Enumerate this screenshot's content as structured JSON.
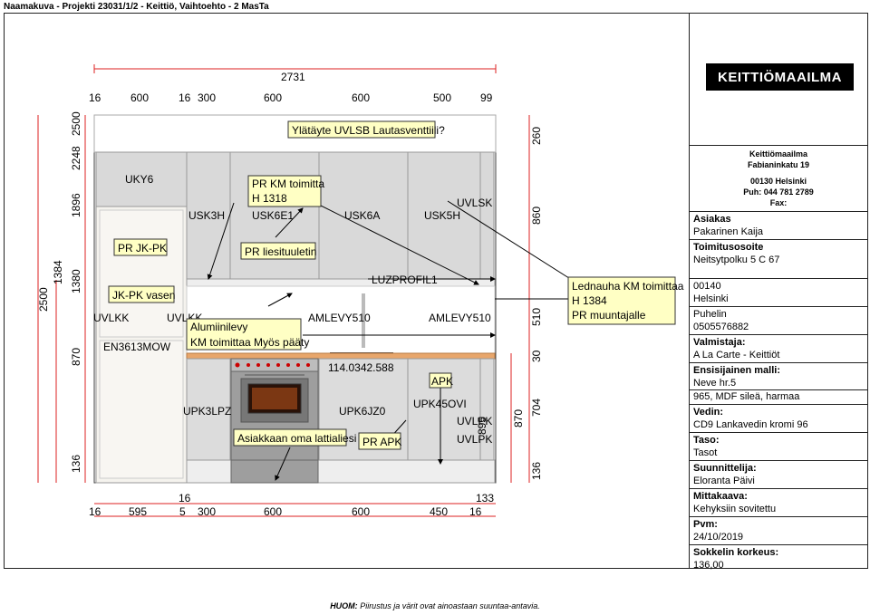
{
  "header": {
    "title": "Naamakuva - Projekti 23031/1/2 - Keittiö, Vaihtoehto - 2 MasTa"
  },
  "dimensions": {
    "total_width": "2731",
    "top_segments": [
      "16",
      "600",
      "16",
      "300",
      "600",
      "600",
      "500",
      "99"
    ],
    "bottom_segments": [
      "16",
      "595",
      "5",
      "300",
      "600",
      "600",
      "450",
      "16"
    ],
    "bottom_extra_left": "16",
    "bottom_extra_right": "133",
    "left_outer": "2500",
    "left_mid": "1384",
    "left_ticks": [
      "2500",
      "2248",
      "1896",
      "1380",
      "870",
      "136"
    ],
    "right_ticks": [
      "260",
      "860",
      "510",
      "30",
      "704",
      "136"
    ],
    "right_inner": "870",
    "right_inner2": "895"
  },
  "labels": {
    "uky6": "UKY6",
    "usk3h": "USK3H",
    "usk6e1": "USK6E1",
    "usk6a": "USK6A",
    "usk5h": "USK5H",
    "uvlsk": "UVLSK",
    "uvlkk_left": "UVLKK",
    "uvlkk_right": "UVLKK",
    "amlevy_left": "AMLEVY510",
    "amlevy_right": "AMLEVY510",
    "en3613mow": "EN3613MOW",
    "luzprofil": "LUZPROFIL1",
    "code_114": "114.0342.588",
    "upk3lpz": "UPK3LPZ",
    "upk6jz0": "UPK6JZ0",
    "upk45ovi": "UPK45OVI",
    "uvlpk_a": "UVLPK",
    "uvlpk_b": "UVLPK"
  },
  "notes": {
    "top_filler": "Ylätäyte UVLSB Lautasventtiili?",
    "pr_km": [
      "PR KM toimitta",
      "H 1318"
    ],
    "pr_jkpk": "PR JK-PK",
    "pr_liesi": "PR liesituuletin",
    "jk_pk_vasen": "JK-PK vasen",
    "alumiini": [
      "Alumiinilevy",
      "KM toimittaa Myös pääty"
    ],
    "lednauha": [
      "Lednauha KM toimittaa",
      "H 1384",
      "PR muuntajalle"
    ],
    "apk": "APK",
    "asiakkaan": "Asiakkaan oma lattialiesi",
    "pr_apk": "PR APK"
  },
  "sidebar": {
    "logo_text": "KEITTIÖMAAILMA",
    "company": [
      "Keittiömaailma",
      "Fabianinkatu 19",
      "",
      "00130 Helsinki",
      "Puh: 044 781 2789",
      "Fax:"
    ],
    "fields": [
      {
        "label": "Asiakas",
        "value": "Pakarinen Kaija"
      },
      {
        "label": "Toimitusosoite",
        "value": "Neitsytpolku 5 C 67"
      },
      {
        "label": "",
        "value": "00140"
      },
      {
        "label": "",
        "value": "Helsinki"
      },
      {
        "label": "Puhelin",
        "value": "0505576882"
      },
      {
        "label": "Valmistaja:",
        "value": "A La Carte - Keittiöt"
      },
      {
        "label": "Ensisijainen malli:",
        "value": "Neve hr.5"
      },
      {
        "label": "",
        "value": "965, MDF sileä, harmaa"
      },
      {
        "label": "Vedin:",
        "value": "CD9 Lankavedin kromi 96"
      },
      {
        "label": "Taso:",
        "value": "Tasot"
      },
      {
        "label": "Suunnittelija:",
        "value": "Eloranta Päivi"
      },
      {
        "label": "Mittakaava:",
        "value": "Kehyksiin sovitettu"
      },
      {
        "label": "Pvm:",
        "value": "24/10/2019"
      },
      {
        "label": "Sokkelin korkeus:",
        "value": "136,00"
      }
    ]
  },
  "footer": {
    "bold": "HUOM:",
    "text": " Piirustus ja värit ovat ainoastaan suuntaa-antavia."
  }
}
